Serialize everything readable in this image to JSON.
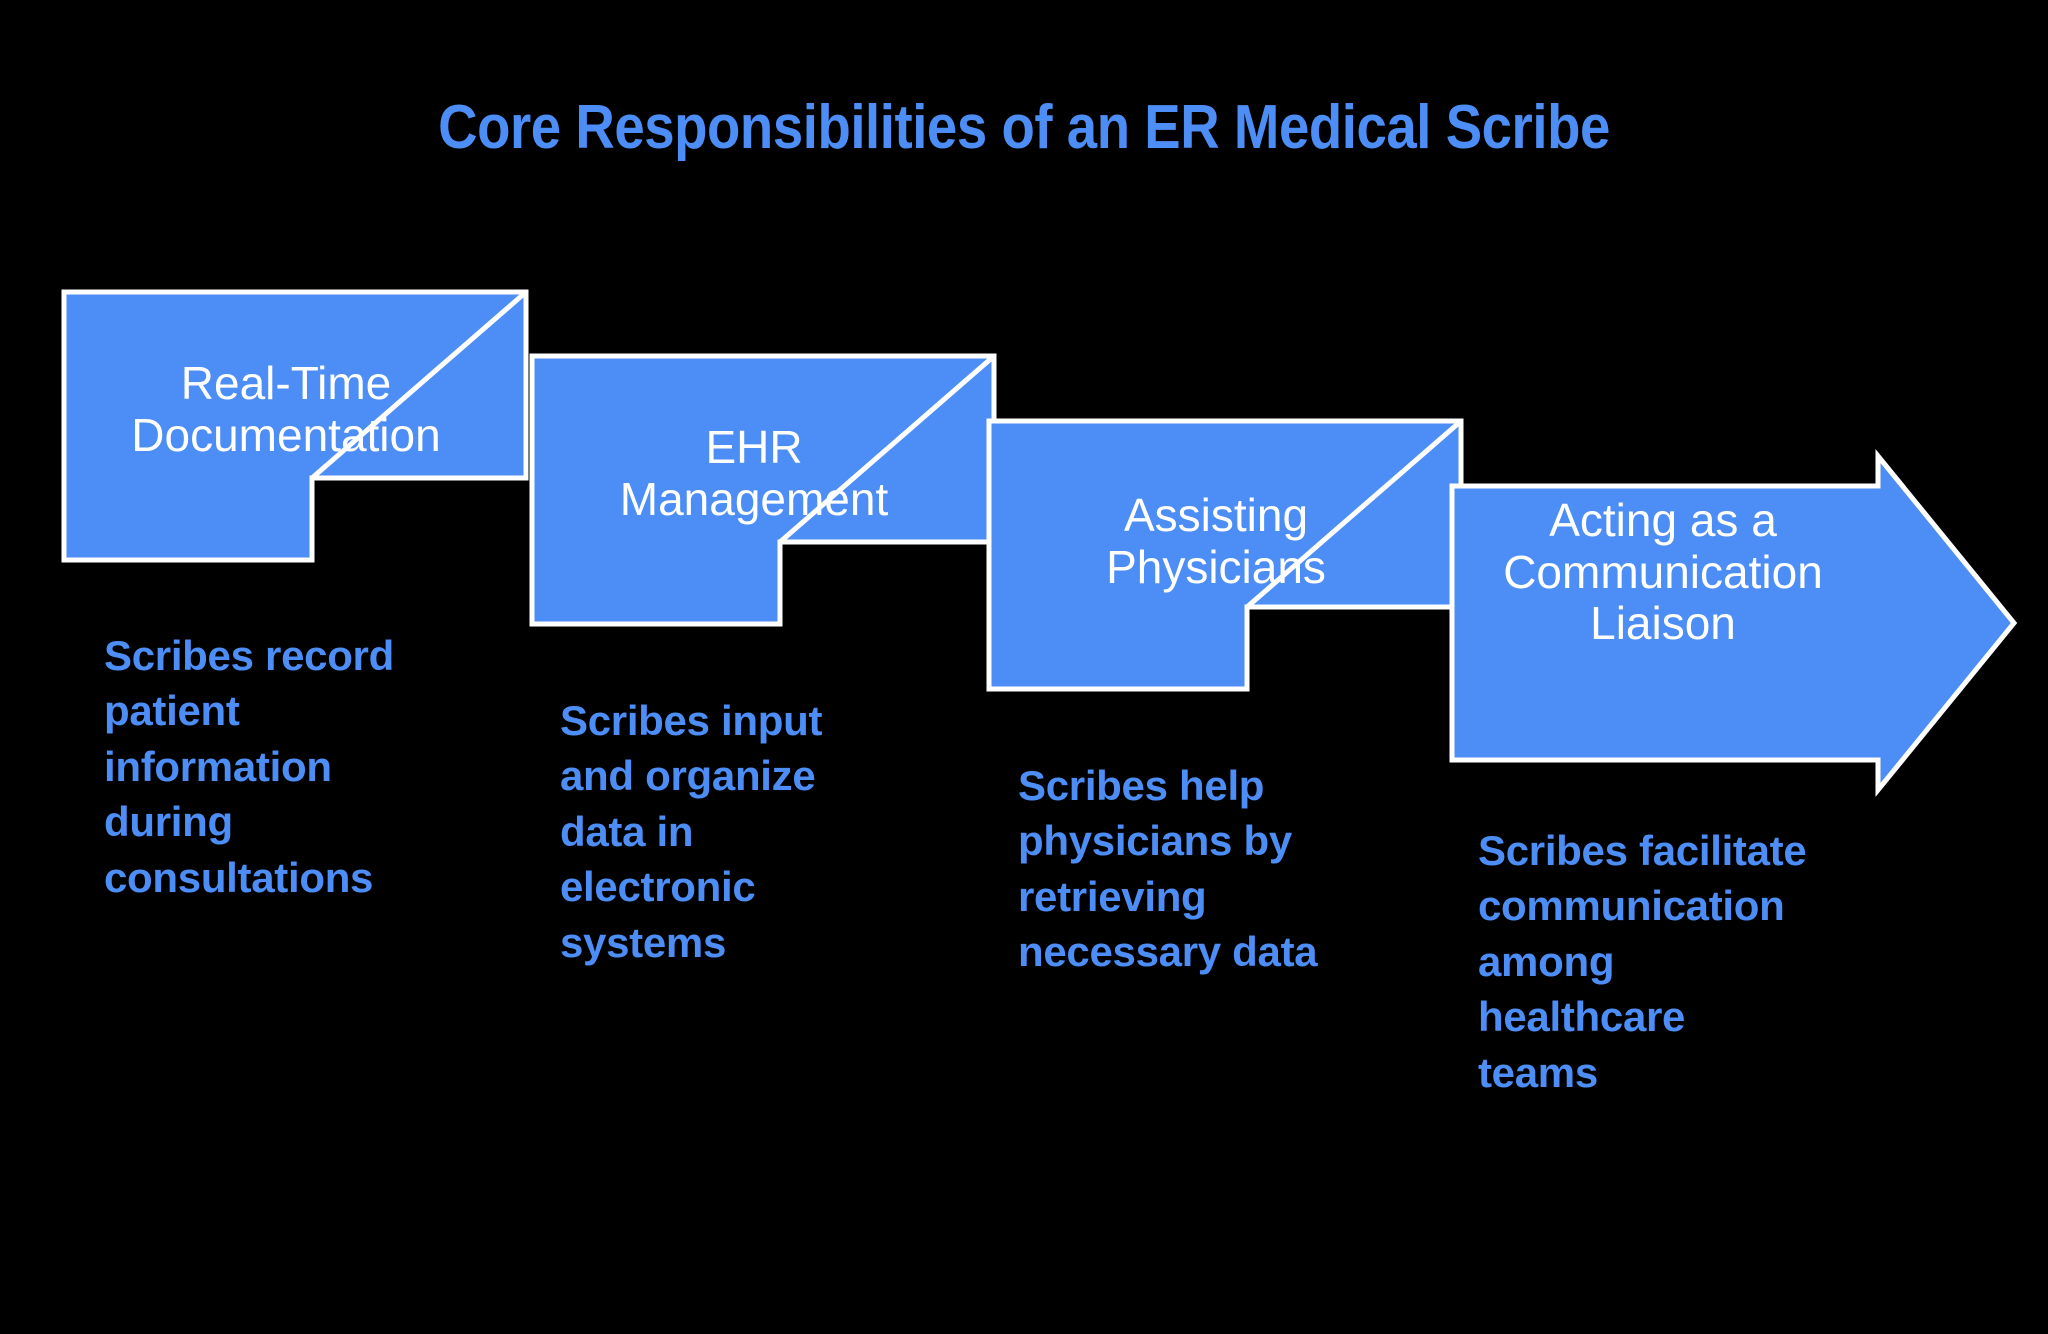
{
  "title": "Core Responsibilities of an ER Medical Scribe",
  "colors": {
    "background": "#000000",
    "shape_fill": "#4d8df6",
    "shape_border": "#ffffff",
    "shape_label": "#ffffff",
    "accent_text": "#4d8df6"
  },
  "chart_data": {
    "type": "diagram",
    "subtype": "stepped-chevron-process",
    "title": "Core Responsibilities of an ER Medical Scribe",
    "orientation": "horizontal-left-to-right",
    "step_count": 4,
    "steps": [
      {
        "index": 1,
        "label": "Real-Time\nDocumentation",
        "caption": "Scribes record\npatient\ninformation\nduring\nconsultations",
        "shape": "rectangle-with-folded-corner"
      },
      {
        "index": 2,
        "label": "EHR\nManagement",
        "caption": "Scribes input\nand organize\ndata in\nelectronic\nsystems",
        "shape": "rectangle-with-folded-corner"
      },
      {
        "index": 3,
        "label": "Assisting\nPhysicians",
        "caption": "Scribes help\nphysicians by\nretrieving\nnecessary data",
        "shape": "rectangle-with-folded-corner"
      },
      {
        "index": 4,
        "label": "Acting as a\nCommunication\nLiaison",
        "caption": "Scribes facilitate\ncommunication\namong\nhealthcare\nteams",
        "shape": "arrow-right"
      }
    ]
  },
  "steps": [
    {
      "label": "Real-Time\nDocumentation",
      "caption": "Scribes record\npatient\ninformation\nduring\nconsultations"
    },
    {
      "label": "EHR\nManagement",
      "caption": "Scribes input\nand organize\ndata in\nelectronic\nsystems"
    },
    {
      "label": "Assisting\nPhysicians",
      "caption": "Scribes help\nphysicians by\nretrieving\nnecessary data"
    },
    {
      "label": "Acting as a\nCommunication\nLiaison",
      "caption": "Scribes facilitate\ncommunication\namong\nhealthcare\nteams"
    }
  ]
}
